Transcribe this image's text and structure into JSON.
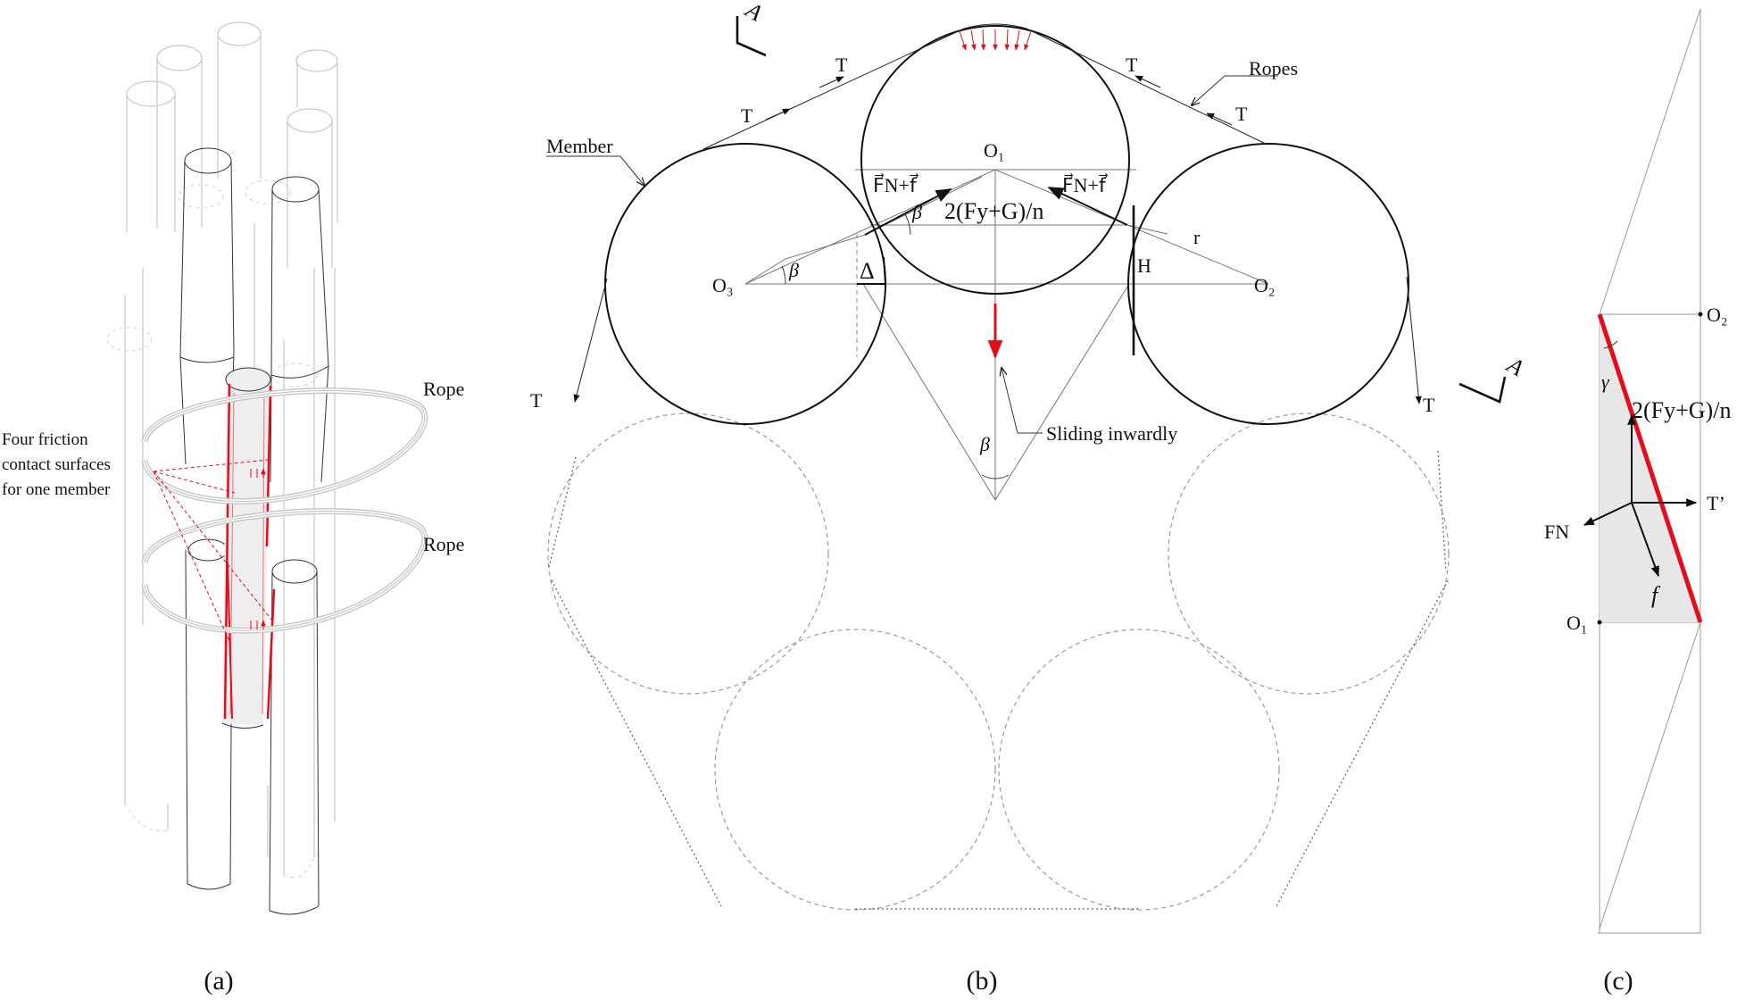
{
  "captions": {
    "a": "(a)",
    "b": "(b)",
    "c": "(c)"
  },
  "panel_a": {
    "friction_label": [
      "Four friction",
      "contact surfaces",
      "for one member"
    ],
    "rope_upper": "Rope",
    "rope_lower": "Rope"
  },
  "panel_b": {
    "section_mark": "A",
    "tension": "T",
    "ropes": "Ropes",
    "member": "Member",
    "center_top": "O₁",
    "center_left": "O₃",
    "center_right": "O₂",
    "force_left": "F⃗N+f⃗",
    "force_right": "F⃗N+f⃗",
    "load": "2(Fy+G)/n",
    "beta": "β",
    "delta": "Δ",
    "height": "H",
    "radius": "r",
    "sliding": "Sliding inwardly"
  },
  "panel_c": {
    "center_top": "O₂",
    "center_bottom": "O₁",
    "gamma": "γ",
    "load": "2(Fy+G)/n",
    "tension": "T’",
    "normal": "FN",
    "friction": "f"
  },
  "colors": {
    "accent": "#e30d1b",
    "line": "#111111",
    "ghost": "#c9c9c9"
  }
}
